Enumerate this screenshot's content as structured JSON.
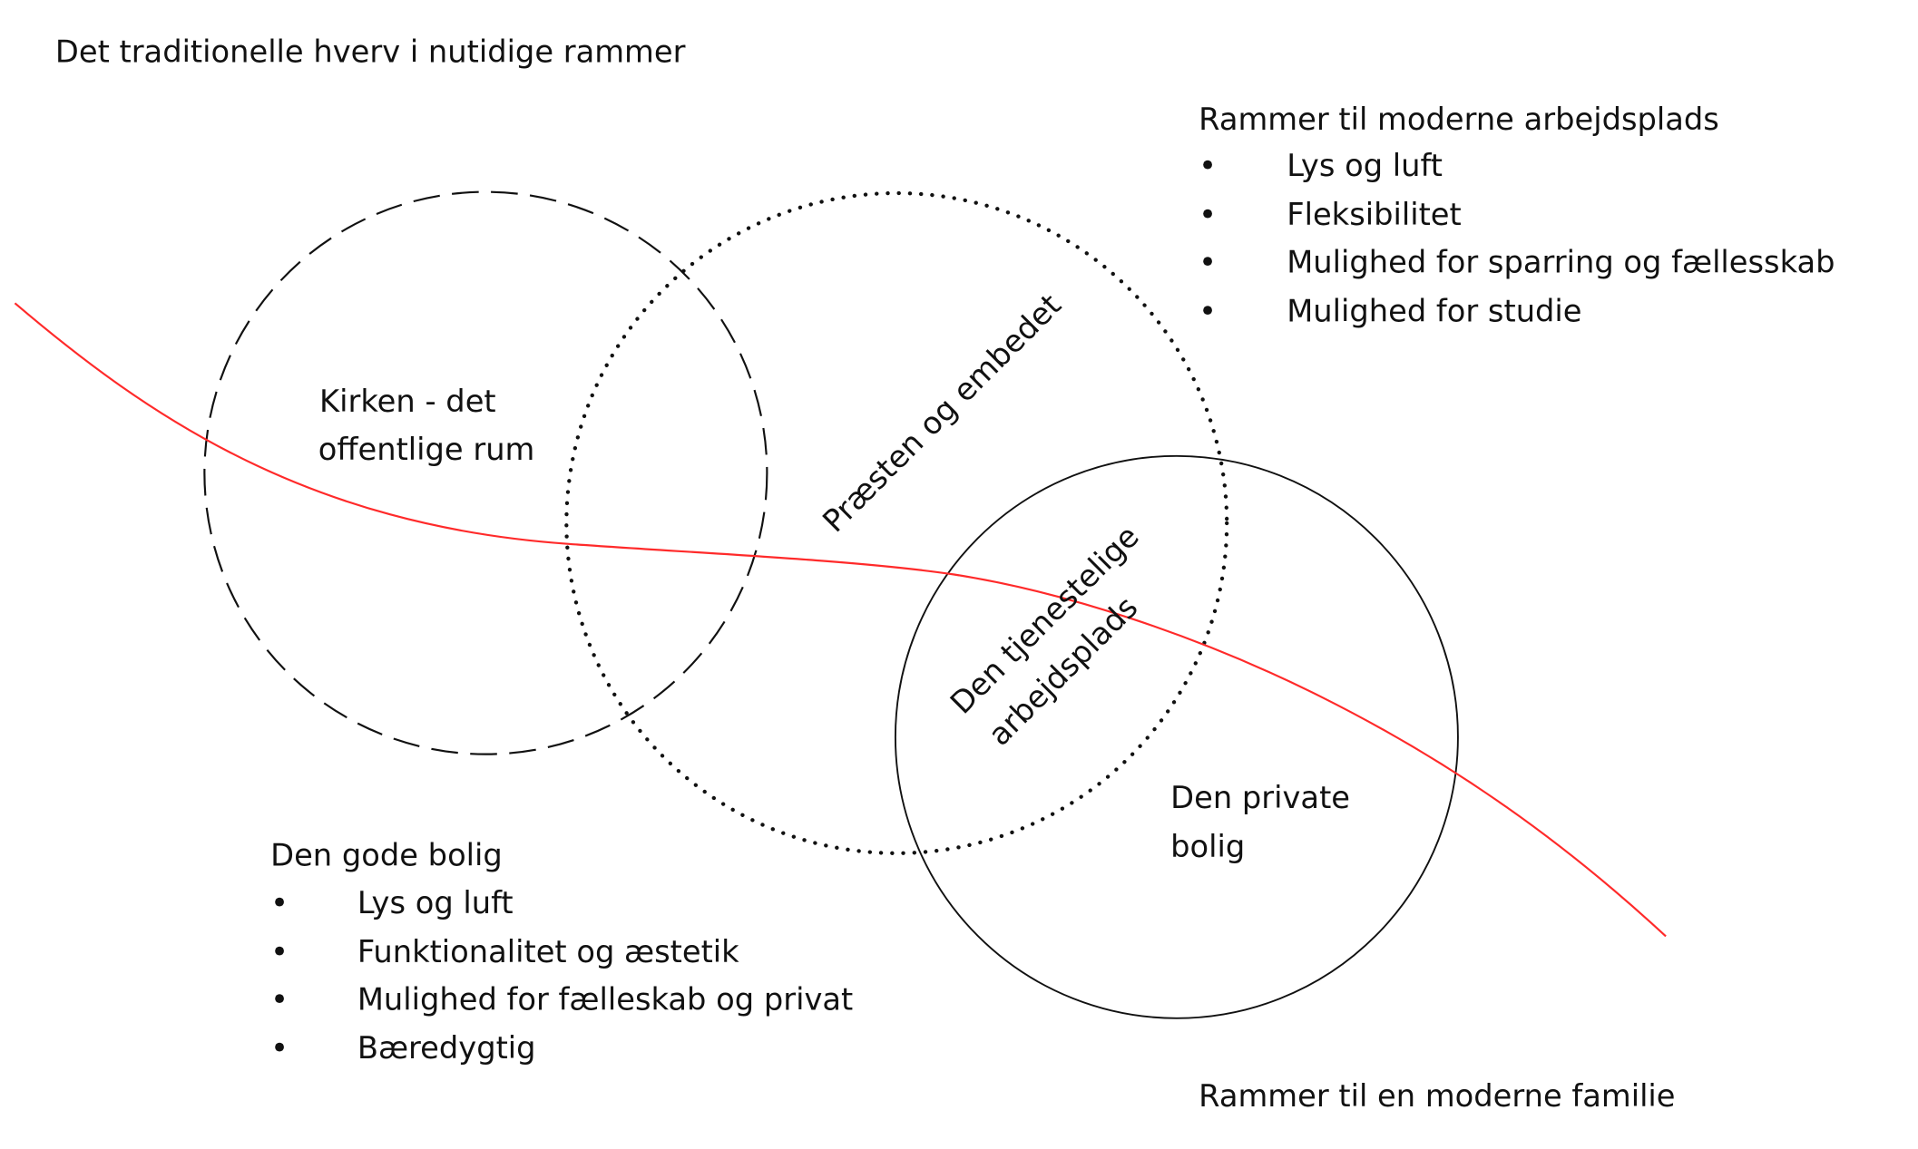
{
  "title": "Det traditionelle hverv i nutidige rammer",
  "workplace_frame": {
    "heading": "Rammer til moderne arbejdsplads",
    "items": [
      "Lys og luft",
      "Fleksibilitet",
      "Mulighed for sparring og fællesskab",
      "Mulighed for studie"
    ]
  },
  "good_home": {
    "heading": "Den gode bolig",
    "items": [
      "Lys og luft",
      "Funktionalitet og æstetik",
      "Mulighed for fælleskab og privat",
      "Bæredygtig"
    ]
  },
  "family_frame": "Rammer til en moderne familie",
  "circles": {
    "church": [
      "Kirken - det",
      "offentlige rum"
    ],
    "priest": "Præsten og embedet",
    "workplace": [
      "Den tjenestelige",
      "arbejdsplads"
    ],
    "private": [
      "Den private",
      "bolig"
    ]
  },
  "bullet": "•",
  "colors": {
    "curve": "#ff2a2a",
    "ink": "#111111"
  }
}
